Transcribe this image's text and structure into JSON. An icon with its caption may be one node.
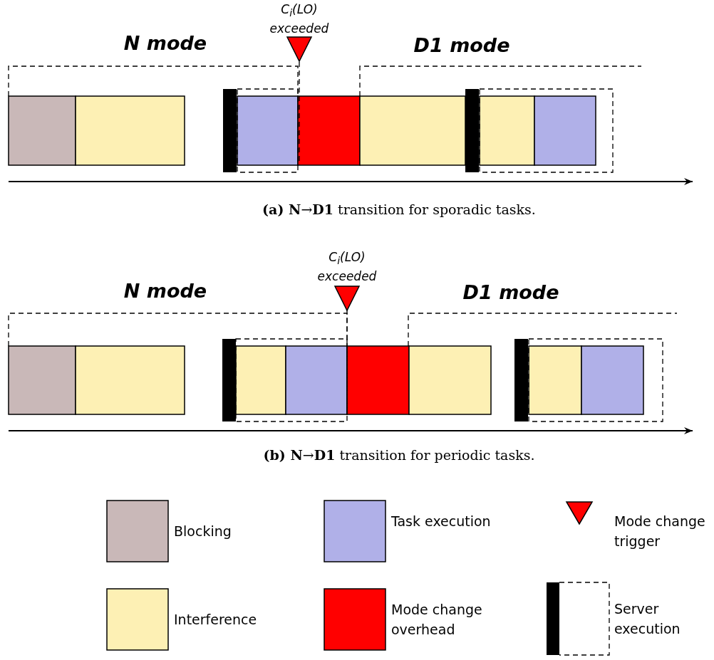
{
  "diagram": {
    "labels": [
      "C$_{i}$(LO) exceeded",
      "N mode",
      "D1 mode",
      "**(a) N**→**D1** transition for sporadic tasks.",
      "C$_{i}$(LO) exceeded",
      "N mode",
      "D1 mode",
      "**(b) N**→**D1** transition for periodic tasks."
    ],
    "legend": [
      {
        "text": "Blocking",
        "color": "#c9b8b8"
      },
      {
        "text": "Task execution",
        "color": "#b0b0e8"
      },
      {
        "text": "Mode change trigger"
      },
      {
        "text": "Interference",
        "color": "#fdf0b4"
      },
      {
        "text": "Mode change overhead",
        "color": "#ff0000"
      },
      {
        "text": "Server execution"
      }
    ]
  }
}
